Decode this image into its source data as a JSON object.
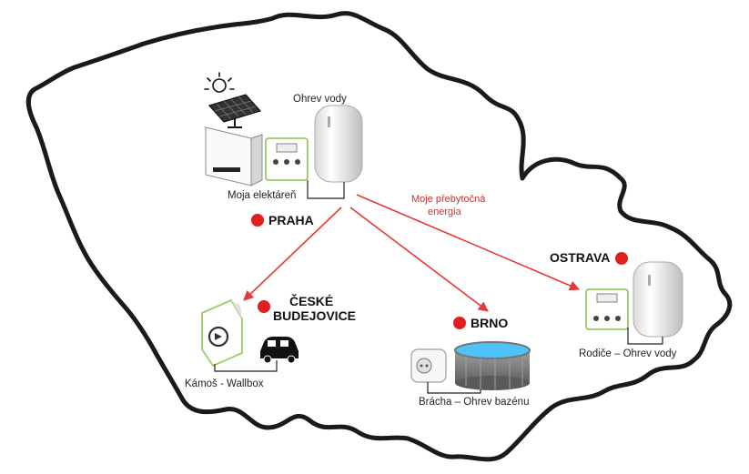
{
  "colors": {
    "border": "#1a1a1a",
    "arrow": "#e53935",
    "city_dot": "#e0201e",
    "device_green": "#a5d6a7"
  },
  "cities": {
    "praha": "PRAHA",
    "budejovice_line1": "ČESKÉ",
    "budejovice_line2": "BUDEJOVICE",
    "brno": "BRNO",
    "ostrava": "OSTRAVA"
  },
  "labels": {
    "ohrev_vody": "Ohrev vody",
    "moja_elektraren": "Moja elektáreň",
    "energy_line1": "Moje přebytočná",
    "energy_line2": "energia",
    "kamos": "Kámoš - Wallbox",
    "bracha": "Brácha – Ohrev bazénu",
    "rodice": "Rodiče – Ohrev vody"
  },
  "icons": [
    "czech-map-outline",
    "sun-icon",
    "solar-panel-icon",
    "inverter-icon",
    "controller-icon",
    "water-heater-icon",
    "wallbox-icon",
    "car-icon",
    "smart-plug-icon",
    "pool-icon"
  ]
}
